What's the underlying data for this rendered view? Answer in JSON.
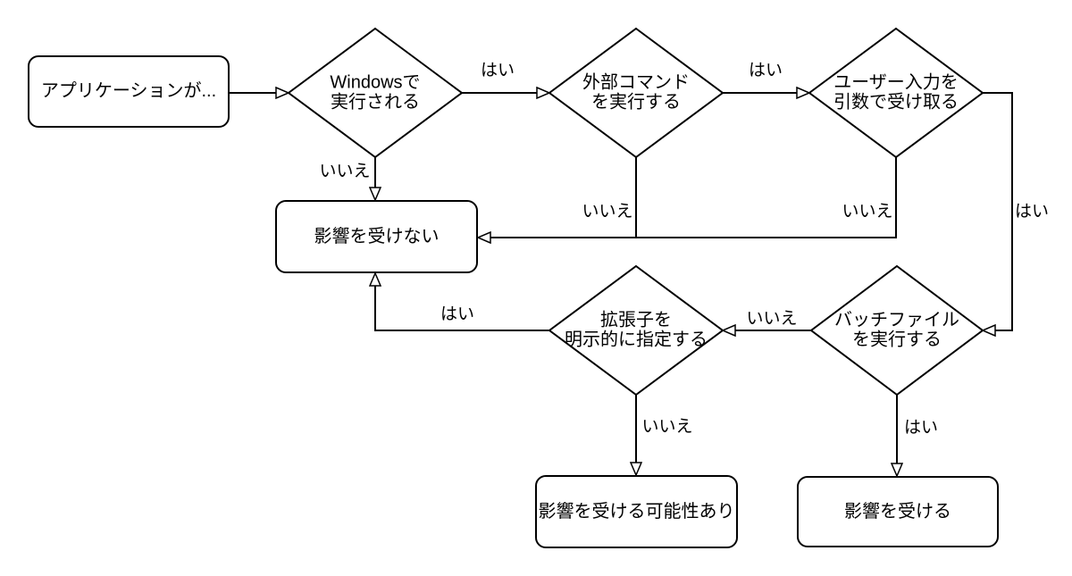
{
  "diagram": {
    "type": "flowchart",
    "language": "ja",
    "colors": {
      "background": "#ffffff",
      "line": "#000000",
      "node_fill": "#ffffff",
      "text": "#000000"
    }
  },
  "nodes": {
    "start": {
      "type": "rounded-rect",
      "label": "アプリケーションが..."
    },
    "runs_on_windows": {
      "type": "decision",
      "label": "Windowsで\n実行される"
    },
    "executes_external_command": {
      "type": "decision",
      "label": "外部コマンド\nを実行する"
    },
    "receives_user_input_as_args": {
      "type": "decision",
      "label": "ユーザー入力を\n引数で受け取る"
    },
    "not_affected": {
      "type": "rounded-rect",
      "label": "影響を受けない"
    },
    "specifies_extension": {
      "type": "decision",
      "label": "拡張子を\n明示的に指定する"
    },
    "executes_batch_file": {
      "type": "decision",
      "label": "バッチファイル\nを実行する"
    },
    "possibly_affected": {
      "type": "rounded-rect",
      "label": "影響を受ける可能性あり"
    },
    "affected": {
      "type": "rounded-rect",
      "label": "影響を受ける"
    }
  },
  "edges": [
    {
      "from": "start",
      "to": "runs_on_windows",
      "label": ""
    },
    {
      "from": "runs_on_windows",
      "to": "executes_external_command",
      "label": "はい"
    },
    {
      "from": "executes_external_command",
      "to": "receives_user_input_as_args",
      "label": "はい"
    },
    {
      "from": "runs_on_windows",
      "to": "not_affected",
      "label": "いいえ"
    },
    {
      "from": "executes_external_command",
      "to": "not_affected",
      "label": "いいえ"
    },
    {
      "from": "receives_user_input_as_args",
      "to": "not_affected",
      "label": "いいえ"
    },
    {
      "from": "receives_user_input_as_args",
      "to": "executes_batch_file",
      "label": "はい"
    },
    {
      "from": "executes_batch_file",
      "to": "specifies_extension",
      "label": "いいえ"
    },
    {
      "from": "specifies_extension",
      "to": "not_affected",
      "label": "はい"
    },
    {
      "from": "specifies_extension",
      "to": "possibly_affected",
      "label": "いいえ"
    },
    {
      "from": "executes_batch_file",
      "to": "affected",
      "label": "はい"
    }
  ]
}
